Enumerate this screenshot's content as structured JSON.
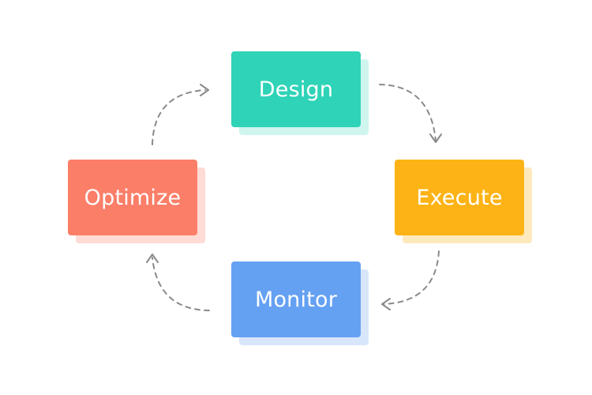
{
  "diagram": {
    "type": "cycle",
    "direction": "clockwise",
    "nodes": [
      {
        "id": "design",
        "label": "Design",
        "color": "#2fd3b7",
        "shadow_color": "#cff5ee"
      },
      {
        "id": "execute",
        "label": "Execute",
        "color": "#fdb316",
        "shadow_color": "#fee9bd"
      },
      {
        "id": "monitor",
        "label": "Monitor",
        "color": "#65a1f2",
        "shadow_color": "#d8e6fb"
      },
      {
        "id": "optimize",
        "label": "Optimize",
        "color": "#fb7e68",
        "shadow_color": "#fedbd4"
      }
    ],
    "edges": [
      {
        "from": "design",
        "to": "execute",
        "style": "dashed-arrow"
      },
      {
        "from": "execute",
        "to": "monitor",
        "style": "dashed-arrow"
      },
      {
        "from": "monitor",
        "to": "optimize",
        "style": "dashed-arrow"
      },
      {
        "from": "optimize",
        "to": "design",
        "style": "dashed-arrow"
      }
    ],
    "arrow_color": "#8a8a8a"
  }
}
